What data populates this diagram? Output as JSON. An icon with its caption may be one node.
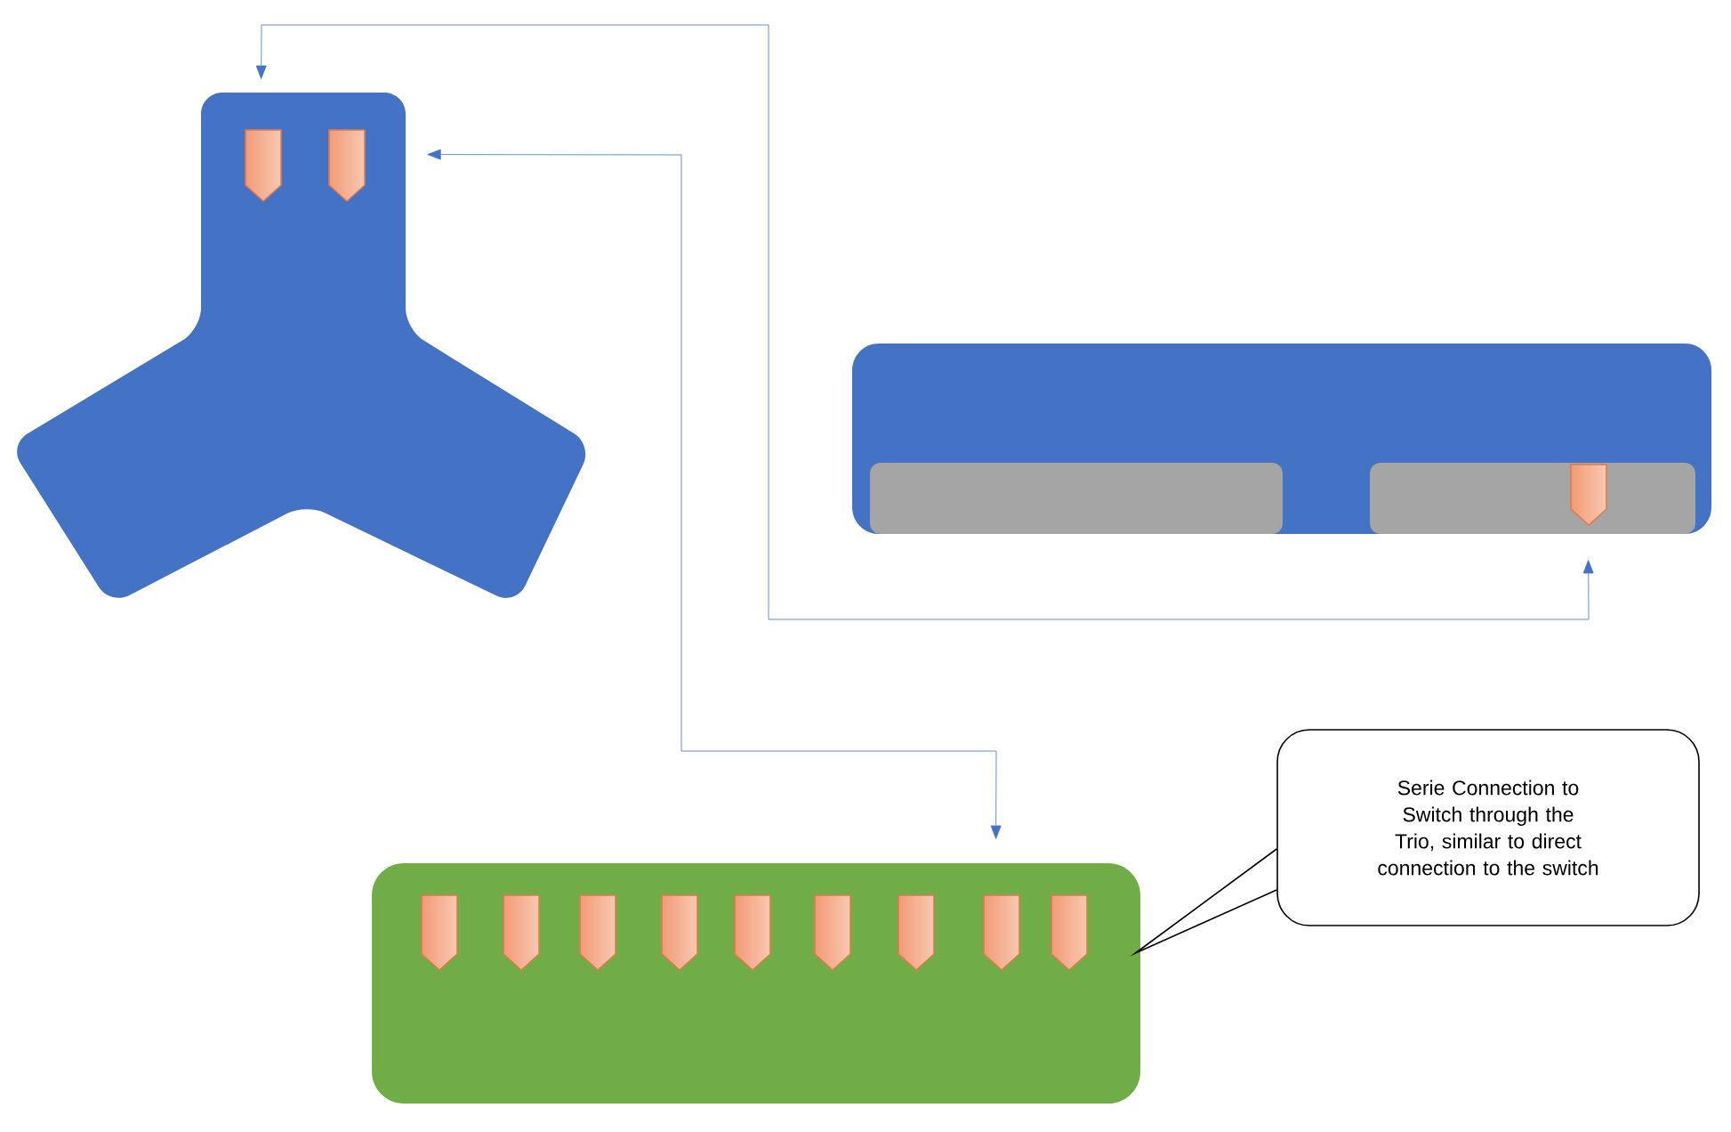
{
  "diagram": {
    "nodes": [
      {
        "text": [],
        "shape": "hub"
      },
      {
        "text": [],
        "shape": "pin",
        "in": 0
      },
      {
        "text": [],
        "shape": "pin",
        "in": 0
      },
      {
        "text": [],
        "shape": "box"
      },
      {
        "text": [],
        "shape": "box",
        "in": 3
      },
      {
        "text": [],
        "shape": "box",
        "in": 3
      },
      {
        "text": [],
        "shape": "pin",
        "in": 5
      },
      {
        "text": [],
        "shape": "box"
      },
      {
        "text": [],
        "shape": "pin",
        "in": 7
      },
      {
        "text": [],
        "shape": "pin",
        "in": 7
      },
      {
        "text": [],
        "shape": "pin",
        "in": 7
      },
      {
        "text": [],
        "shape": "pin",
        "in": 7
      },
      {
        "text": [],
        "shape": "pin",
        "in": 7
      },
      {
        "text": [],
        "shape": "pin",
        "in": 7
      },
      {
        "text": [],
        "shape": "pin",
        "in": 7
      },
      {
        "text": [],
        "shape": "pin",
        "in": 7
      },
      {
        "text": [],
        "shape": "pin",
        "in": 7
      },
      {
        "text": [
          "Serie Connection to Switch through the Trio, similar to direct connection to the switch"
        ]
      }
    ],
    "edges": [
      {
        "from": 0,
        "to": 5,
        "arrow": "both"
      },
      {
        "from": 0,
        "to": 7,
        "arrow": "both"
      },
      {
        "from": 17,
        "to": 7,
        "arrow": "none",
        "color": "#000000"
      }
    ]
  }
}
